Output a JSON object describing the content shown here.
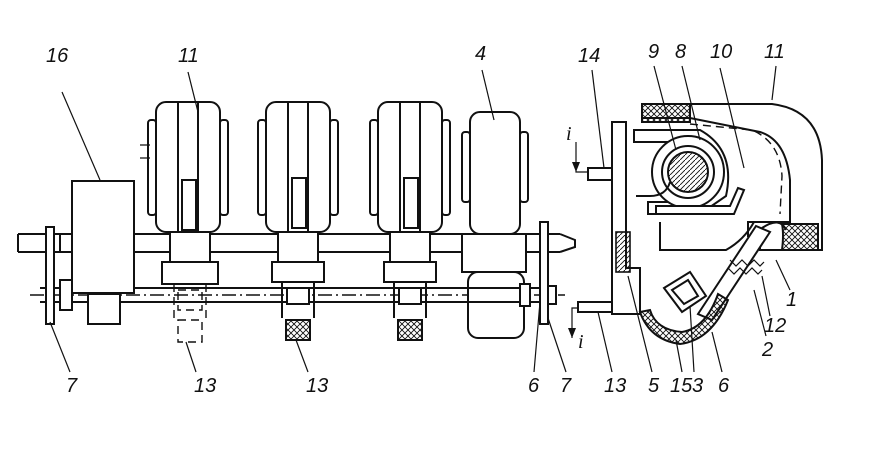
{
  "labels": {
    "l16": "16",
    "l11_left": "11",
    "l4": "4",
    "l14": "14",
    "l9": "9",
    "l8": "8",
    "l10": "10",
    "l11_right": "11",
    "l1": "1",
    "l12": "12",
    "l2": "2",
    "l7_left": "7",
    "l13_a": "13",
    "l13_b": "13",
    "l6_left": "6",
    "l7_right": "7",
    "l13_c": "13",
    "l5": "5",
    "l15": "15",
    "l3": "3",
    "l6_right": "6",
    "i_top": "i",
    "i_bottom": "i"
  },
  "colors": {
    "ink": "#111111",
    "paper": "#ffffff"
  }
}
